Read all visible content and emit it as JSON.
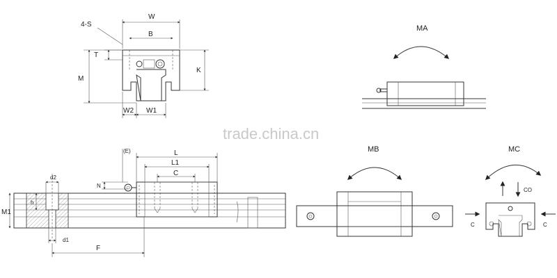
{
  "labels": {
    "four_s": "4-S",
    "w": "W",
    "b": "B",
    "t": "T",
    "m": "M",
    "k": "K",
    "w2": "W2",
    "w1": "W1",
    "e": "(E)",
    "l": "L",
    "l1": "L1",
    "c": "C",
    "n": "N",
    "d2": "d2",
    "h": "h",
    "m1": "M1",
    "d1": "d1",
    "f": "F"
  },
  "moments": {
    "ma": "MA",
    "mb": "MB",
    "mc": "MC"
  },
  "loads": {
    "c_left": "C",
    "c_right": "C",
    "co": "CO"
  },
  "watermark": "trade.china.cn"
}
